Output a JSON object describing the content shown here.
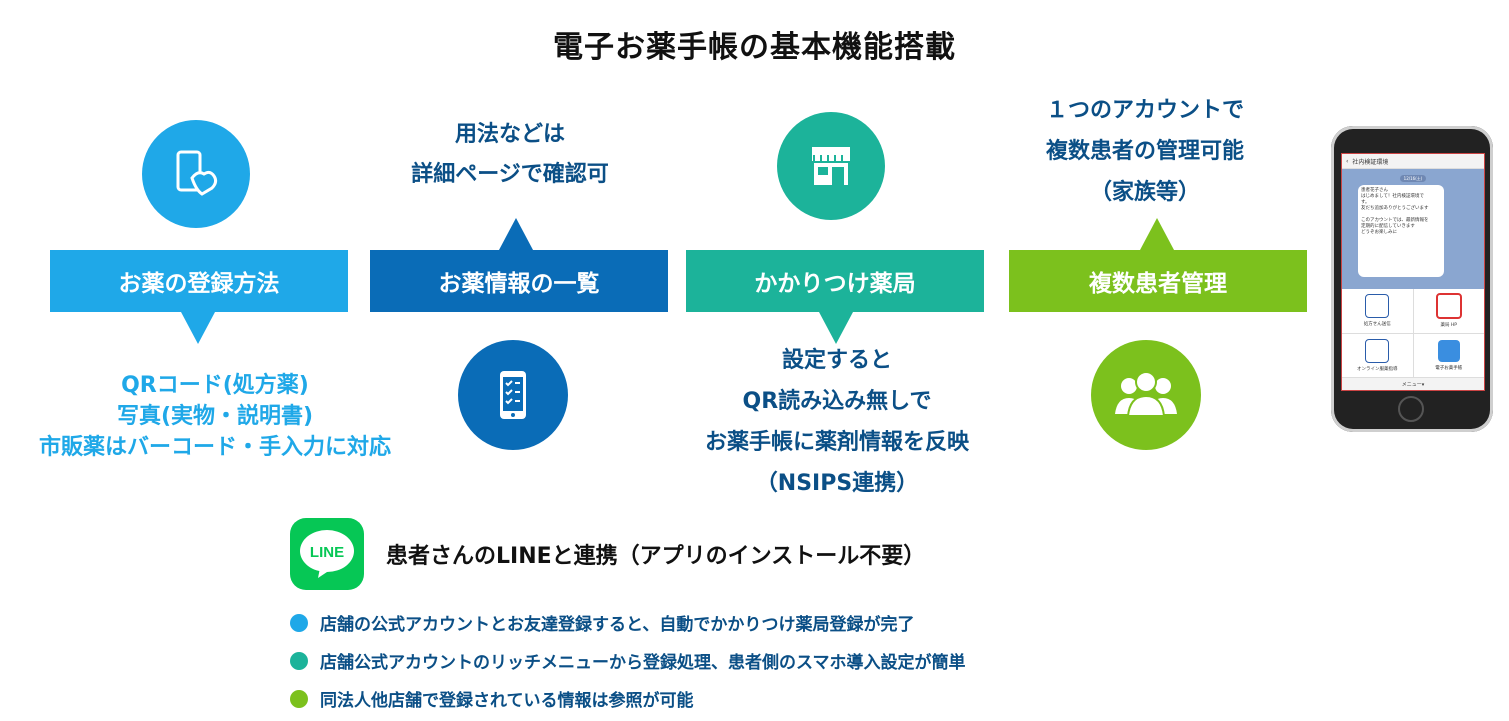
{
  "title": "電子お薬手帳の基本機能搭載",
  "features": [
    {
      "label": "お薬の登録方法",
      "lines": [
        "QRコード(処方薬)",
        "写真(実物・説明書)",
        "市販薬はバーコード・手入力に対応"
      ],
      "color": "#1fa8e8"
    },
    {
      "label": "お薬情報の一覧",
      "lines": [
        "用法などは",
        "詳細ページで確認可"
      ],
      "color": "#0a6cb7"
    },
    {
      "label": "かかりつけ薬局",
      "lines": [
        "設定すると",
        "QR読み込み無しで",
        "お薬手帳に薬剤情報を反映",
        "（NSIPS連携）"
      ],
      "color": "#1cb39a"
    },
    {
      "label": "複数患者管理",
      "lines": [
        "１つのアカウントで",
        "複数患者の管理可能",
        "（家族等）"
      ],
      "color": "#7cc11d"
    }
  ],
  "phone": {
    "header": "社内検証環境",
    "date": "12/16(土)",
    "message_lines": [
      "患者花子さん",
      "はじめまして！社内検証環境で",
      "す。",
      "友だち追加ありがとうございます",
      "",
      "このアカウントでは、最新情報を",
      "定期的に配信していきます",
      "どうぞお楽しみに"
    ],
    "menu": [
      "処方せん送信",
      "薬局 HP",
      "オンライン服薬指導",
      "電子お薬手帳"
    ],
    "footer": "メニュー▾"
  },
  "line_section": {
    "logo_text": "LINE",
    "title": "患者さんのLINEと連携（アプリのインストール不要）",
    "bullets": [
      {
        "text": "店舗の公式アカウントとお友達登録すると、自動でかかりつけ薬局登録が完了",
        "color": "#1fa8e8"
      },
      {
        "text": "店舗公式アカウントのリッチメニューから登録処理、患者側のスマホ導入設定が簡単",
        "color": "#1cb39a"
      },
      {
        "text": "同法人他店舗で登録されている情報は参照が可能",
        "color": "#7cc11d"
      }
    ]
  }
}
